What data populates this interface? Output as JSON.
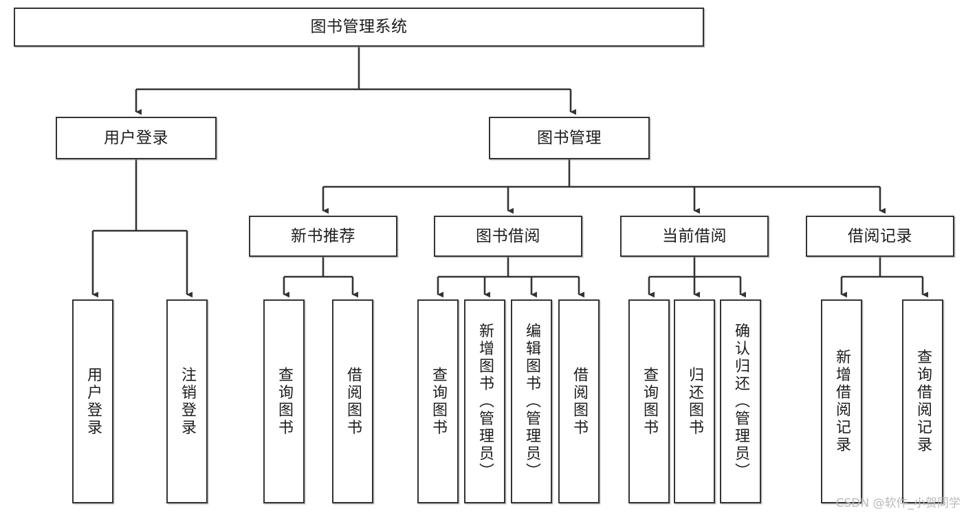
{
  "diagram": {
    "title": "图书管理系统",
    "type": "tree-hierarchy-chart",
    "watermark": "CSDN @软件_小贺同学",
    "colors": {
      "node_border": "#333333",
      "node_fill": "#ffffff",
      "edge": "#333333",
      "text": "#1c1c1c",
      "watermark": "#b9b9b9"
    },
    "root": {
      "label": "图书管理系统"
    },
    "level2": [
      {
        "label": "用户登录"
      },
      {
        "label": "图书管理"
      }
    ],
    "level3": [
      {
        "label": "新书推荐"
      },
      {
        "label": "图书借阅"
      },
      {
        "label": "当前借阅"
      },
      {
        "label": "借阅记录"
      }
    ],
    "leaves": {
      "user_login": [
        {
          "label": "用户登录"
        },
        {
          "label": "注销登录"
        }
      ],
      "new_book_recommend": [
        {
          "label": "查询图书"
        },
        {
          "label": "借阅图书"
        }
      ],
      "book_borrow": [
        {
          "label": "查询图书"
        },
        {
          "label": "新增图书（管理员）"
        },
        {
          "label": "编辑图书（管理员）"
        },
        {
          "label": "借阅图书"
        }
      ],
      "current_borrow": [
        {
          "label": "查询图书"
        },
        {
          "label": "归还图书"
        },
        {
          "label": "确认归还（管理员）"
        }
      ],
      "borrow_record": [
        {
          "label": "新增借阅记录"
        },
        {
          "label": "查询借阅记录"
        }
      ]
    }
  }
}
